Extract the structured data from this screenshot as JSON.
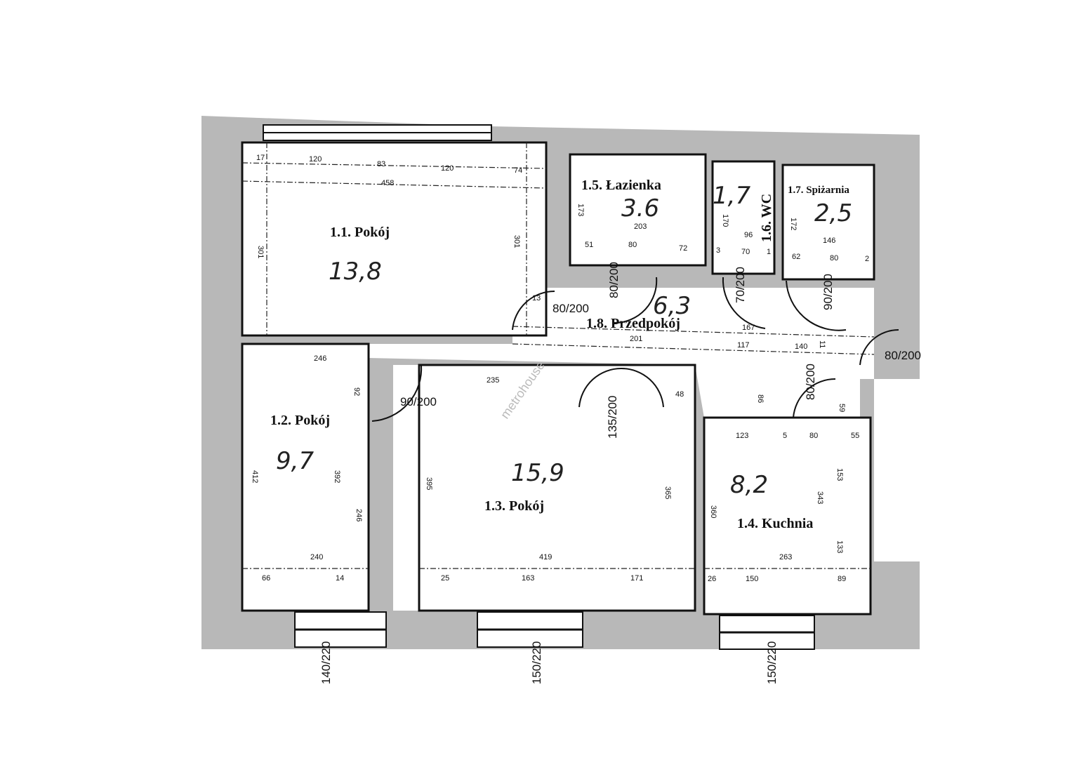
{
  "rooms": [
    {
      "label": "1.1. Pokój",
      "area": "13,8"
    },
    {
      "label": "1.2. Pokój",
      "area": "9,7"
    },
    {
      "label": "1.3. Pokój",
      "area": "15,9"
    },
    {
      "label": "1.4. Kuchnia",
      "area": "8,2"
    },
    {
      "label": "1.5. Łazienka",
      "area": "3.6"
    },
    {
      "label": "1.6. WC",
      "area": "1,7"
    },
    {
      "label": "1.7. Spiżarnia",
      "area": "2,5"
    },
    {
      "label": "1.8. Przedpokój",
      "area": "6,3"
    }
  ],
  "dimensions": {
    "room_1_1": [
      "17",
      "120",
      "83",
      "120",
      "74",
      "458",
      "301",
      "301"
    ],
    "room_1_2": [
      "246",
      "92",
      "412",
      "392",
      "246",
      "240",
      "66",
      "14"
    ],
    "room_1_3": [
      "235",
      "395",
      "365",
      "419",
      "25",
      "163",
      "171",
      "48"
    ],
    "room_1_4": [
      "123",
      "5",
      "80",
      "55",
      "360",
      "343",
      "153",
      "133",
      "263",
      "26",
      "150",
      "89",
      "59"
    ],
    "room_1_5": [
      "173",
      "203",
      "51",
      "80",
      "72"
    ],
    "room_1_6": [
      "170",
      "96",
      "3",
      "70",
      "1",
      "167"
    ],
    "room_1_7": [
      "172",
      "146",
      "62",
      "80",
      "2"
    ],
    "hall": [
      "201",
      "117",
      "140",
      "11",
      "13",
      "86"
    ]
  },
  "doors": [
    "80/200",
    "80/200",
    "70/200",
    "90/200",
    "80/200",
    "90/200",
    "135/200",
    "80/200"
  ],
  "windows": [
    "140/220",
    "150/220",
    "150/220"
  ],
  "watermark": "metrohouse"
}
